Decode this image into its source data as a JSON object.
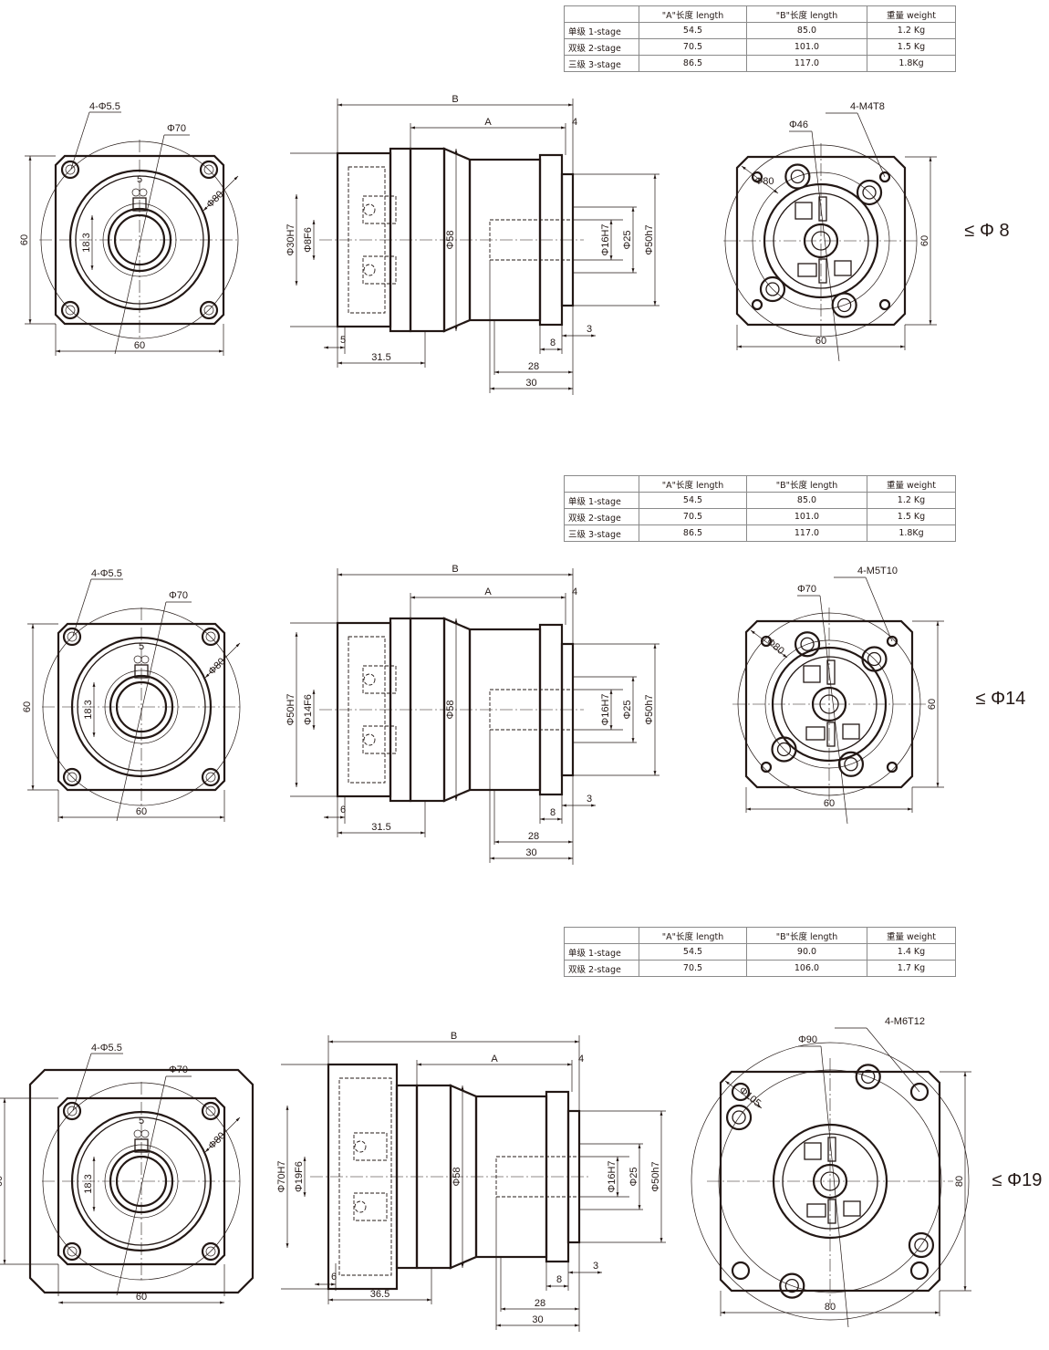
{
  "rows": [
    {
      "table": {
        "headers": [
          "",
          "\"A\"长度 length",
          "\"B\"长度 length",
          "重量 weight"
        ],
        "rows": [
          [
            "单级 1-stage",
            "54.5",
            "85.0",
            "1.2 Kg"
          ],
          [
            "双级 2-stage",
            "70.5",
            "101.0",
            "1.5 Kg"
          ],
          [
            "三级 3-stage",
            "86.5",
            "117.0",
            "1.8Kg"
          ]
        ]
      },
      "front": {
        "holes": "4-Φ5.5",
        "pilot": "Φ70",
        "pcd": "Φ80",
        "key": "5",
        "height": "18.3",
        "width": "60",
        "side": "60"
      },
      "side": {
        "B": "B",
        "A": "A",
        "a4": "4",
        "d1": "Φ30H7",
        "d2": "Φ8F6",
        "d3": "Φ58",
        "d4": "Φ16H7",
        "d5": "Φ25",
        "d6": "Φ50h7",
        "l1": "5",
        "l2": "31.5",
        "l3": "28",
        "l4": "8",
        "l5": "3",
        "l6": "30"
      },
      "rear": {
        "thread": "4-M4T8",
        "d1": "Φ46",
        "d2": "Φ80",
        "h": "60",
        "w": "60"
      },
      "shaft_limit": "≤ Φ 8"
    },
    {
      "table": {
        "headers": [
          "",
          "\"A\"长度 length",
          "\"B\"长度 length",
          "重量 weight"
        ],
        "rows": [
          [
            "单级 1-stage",
            "54.5",
            "85.0",
            "1.2 Kg"
          ],
          [
            "双级 2-stage",
            "70.5",
            "101.0",
            "1.5 Kg"
          ],
          [
            "三级 3-stage",
            "86.5",
            "117.0",
            "1.8Kg"
          ]
        ]
      },
      "front": {
        "holes": "4-Φ5.5",
        "pilot": "Φ70",
        "pcd": "Φ80",
        "key": "5",
        "height": "18.3",
        "width": "60",
        "side": "60"
      },
      "side": {
        "B": "B",
        "A": "A",
        "a4": "4",
        "d1": "Φ50H7",
        "d2": "Φ14F6",
        "d3": "Φ58",
        "d4": "Φ16H7",
        "d5": "Φ25",
        "d6": "Φ50h7",
        "l1": "6",
        "l2": "31.5",
        "l3": "28",
        "l4": "8",
        "l5": "3",
        "l6": "30"
      },
      "rear": {
        "thread": "4-M5T10",
        "d1": "Φ70",
        "d2": "Φ80",
        "h": "60",
        "w": "60"
      },
      "shaft_limit": "≤ Φ14"
    },
    {
      "table": {
        "headers": [
          "",
          "\"A\"长度 length",
          "\"B\"长度 length",
          "重量 weight"
        ],
        "rows": [
          [
            "单级 1-stage",
            "54.5",
            "90.0",
            "1.4 Kg"
          ],
          [
            "双级 2-stage",
            "70.5",
            "106.0",
            "1.7 Kg"
          ]
        ]
      },
      "front": {
        "holes": "4-Φ5.5",
        "pilot": "Φ70",
        "pcd": "Φ80",
        "key": "5",
        "height": "18.3",
        "width": "60",
        "side": "60"
      },
      "side": {
        "B": "B",
        "A": "A",
        "a4": "4",
        "d1": "Φ70H7",
        "d2": "Φ19F6",
        "d3": "Φ58",
        "d4": "Φ16H7",
        "d5": "Φ25",
        "d6": "Φ50h7",
        "l1": "6",
        "l2": "36.5",
        "l3": "28",
        "l4": "8",
        "l5": "3",
        "l6": "30"
      },
      "rear": {
        "thread": "4-M6T12",
        "d1": "Φ90",
        "d2": "Φ105",
        "h": "80",
        "w": "80"
      },
      "shaft_limit": "≤ Φ19"
    }
  ]
}
